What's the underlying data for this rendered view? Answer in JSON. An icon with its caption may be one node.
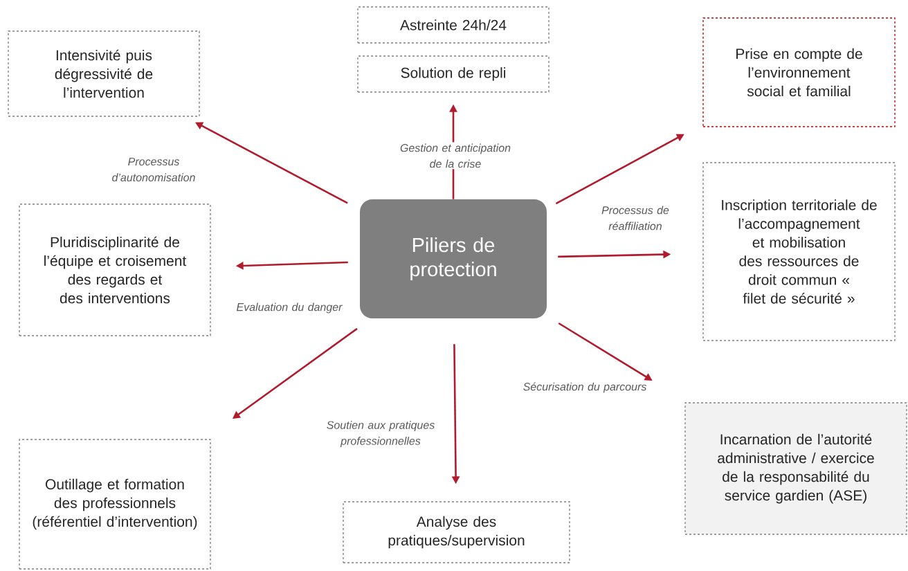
{
  "diagram": {
    "nodes": [
      {
        "text": [
          "Piliers de protection"
        ]
      },
      {
        "text": [
          "Intensivité puis dégressivité de l’intervention"
        ]
      },
      {
        "text": [
          "Astreinte 24h/24"
        ]
      },
      {
        "text": [
          "Solution de repli"
        ]
      },
      {
        "text": [
          "Prise en compte de l’environnement social et familial"
        ]
      },
      {
        "text": [
          "Pluridisciplinarité de l’équipe et croisement des regards et des interventions"
        ]
      },
      {
        "text": [
          "Inscription territoriale de l’accompagnement et mobilisation des ressources de droit commun « filet de sécurité »"
        ]
      },
      {
        "text": [
          "Outillage et formation des professionnels (référentiel d’intervention)"
        ]
      },
      {
        "text": [
          "Analyse des pratiques/supervision"
        ]
      },
      {
        "text": [
          "Incarnation de l’autorité administrative / exercice de la responsabilité du service gardien (ASE)"
        ]
      }
    ],
    "edges": [
      {
        "from": 0,
        "to": 1,
        "arrow": "to",
        "label": "Processus d’autonomisation"
      },
      {
        "from": 0,
        "to": 3,
        "arrow": "to",
        "label": "Gestion et anticipation de la crise"
      },
      {
        "from": 0,
        "to": 4,
        "arrow": "to"
      },
      {
        "from": 0,
        "to": 5,
        "arrow": "to",
        "label": "Evaluation du danger"
      },
      {
        "from": 0,
        "to": 6,
        "arrow": "to",
        "label": "Processus de réaffiliation"
      },
      {
        "from": 0,
        "to": 7,
        "arrow": "to"
      },
      {
        "from": 0,
        "to": 8,
        "arrow": "to",
        "label": "Soutien aux pratiques professionnelles"
      },
      {
        "from": 0,
        "to": 9,
        "arrow": "to",
        "label": "Sécurisation du parcours"
      }
    ]
  }
}
